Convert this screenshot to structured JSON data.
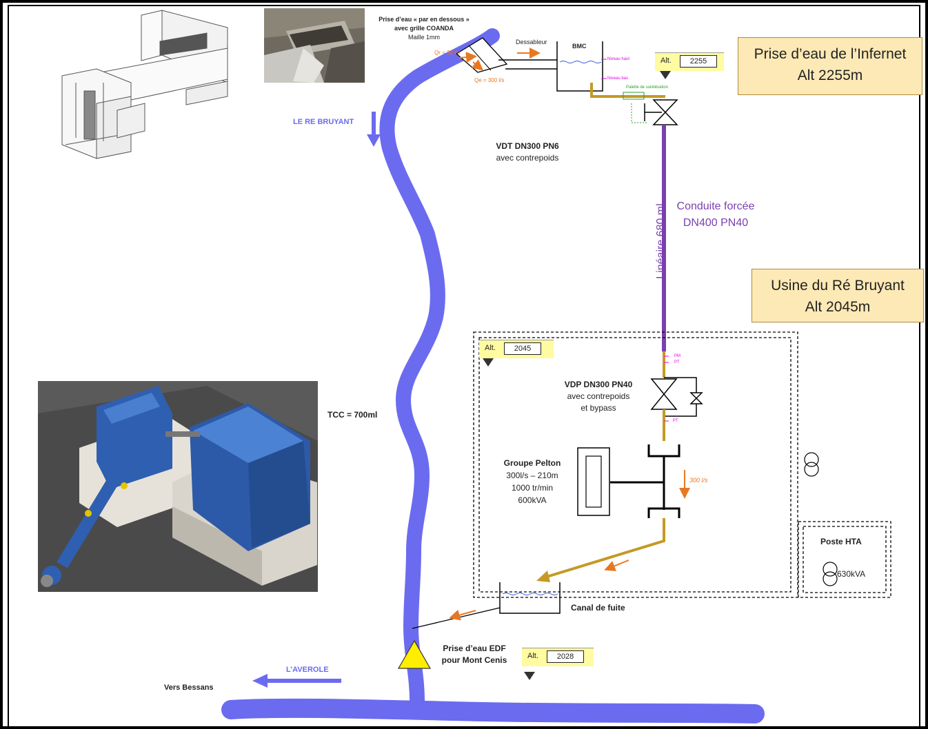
{
  "intake_box": {
    "line1": "Prise d’eau de l’Infernet",
    "line2": "Alt 2255m"
  },
  "plant_box": {
    "line1": "Usine du Ré Bruyant",
    "line2": "Alt 2045m"
  },
  "intake": {
    "title_l1": "Prise d’eau « par en dessous »",
    "title_l2": "avec grille COANDA",
    "mesh": "Maille 1mm",
    "qr": "Qr = 30 l/s",
    "qe": "Qe = 300 l/s",
    "dessableur": "Dessableur",
    "bmc": "BMC",
    "niveau_haut": "Niveau haut",
    "niveau_bas": "Niveau bas",
    "palette": "Palette de surélévation"
  },
  "river_top": "LE RE BRUYANT",
  "vdt": {
    "l1": "VDT DN300 PN6",
    "l2": "avec contrepoids"
  },
  "penstock": {
    "l1": "Conduite forcée",
    "l2": "DN400 PN40",
    "length": "Linéaire 680 ml"
  },
  "alt_key": "Alt.",
  "alt_intake": "2255",
  "alt_plant": "2045",
  "alt_edf": "2028",
  "tcc": "TCC = 700ml",
  "vdp": {
    "l1": "VDP DN300 PN40",
    "l2": "avec contrepoids",
    "l3": "et bypass",
    "pm": "PM",
    "pt": "PT",
    "pt2": "PT"
  },
  "pelton": {
    "title": "Groupe Pelton",
    "l1": "300l/s – 210m",
    "l2": "1000 tr/min",
    "l3": "600kVA"
  },
  "flow": "300 l/s",
  "poste": {
    "title": "Poste HTA",
    "power": "630kVA"
  },
  "tailrace": "Canal de fuite",
  "edf": {
    "l1": "Prise d’eau EDF",
    "l2": "pour Mont Cenis"
  },
  "averole": "L’AVEROLE",
  "bessans": "Vers Bessans",
  "colors": {
    "river": "#6b6bf0",
    "penstock": "#7a3fb0",
    "pipe": "#c49a24",
    "orange": "#e87722",
    "box": "#fde9b5",
    "alt": "#fffba0",
    "yellow": "#ffee00"
  },
  "images": {
    "top_left": "intake-cad-drawing",
    "top_photo": "coanda-grid-photo",
    "bottom_left": "pelton-unit-3d-render"
  }
}
